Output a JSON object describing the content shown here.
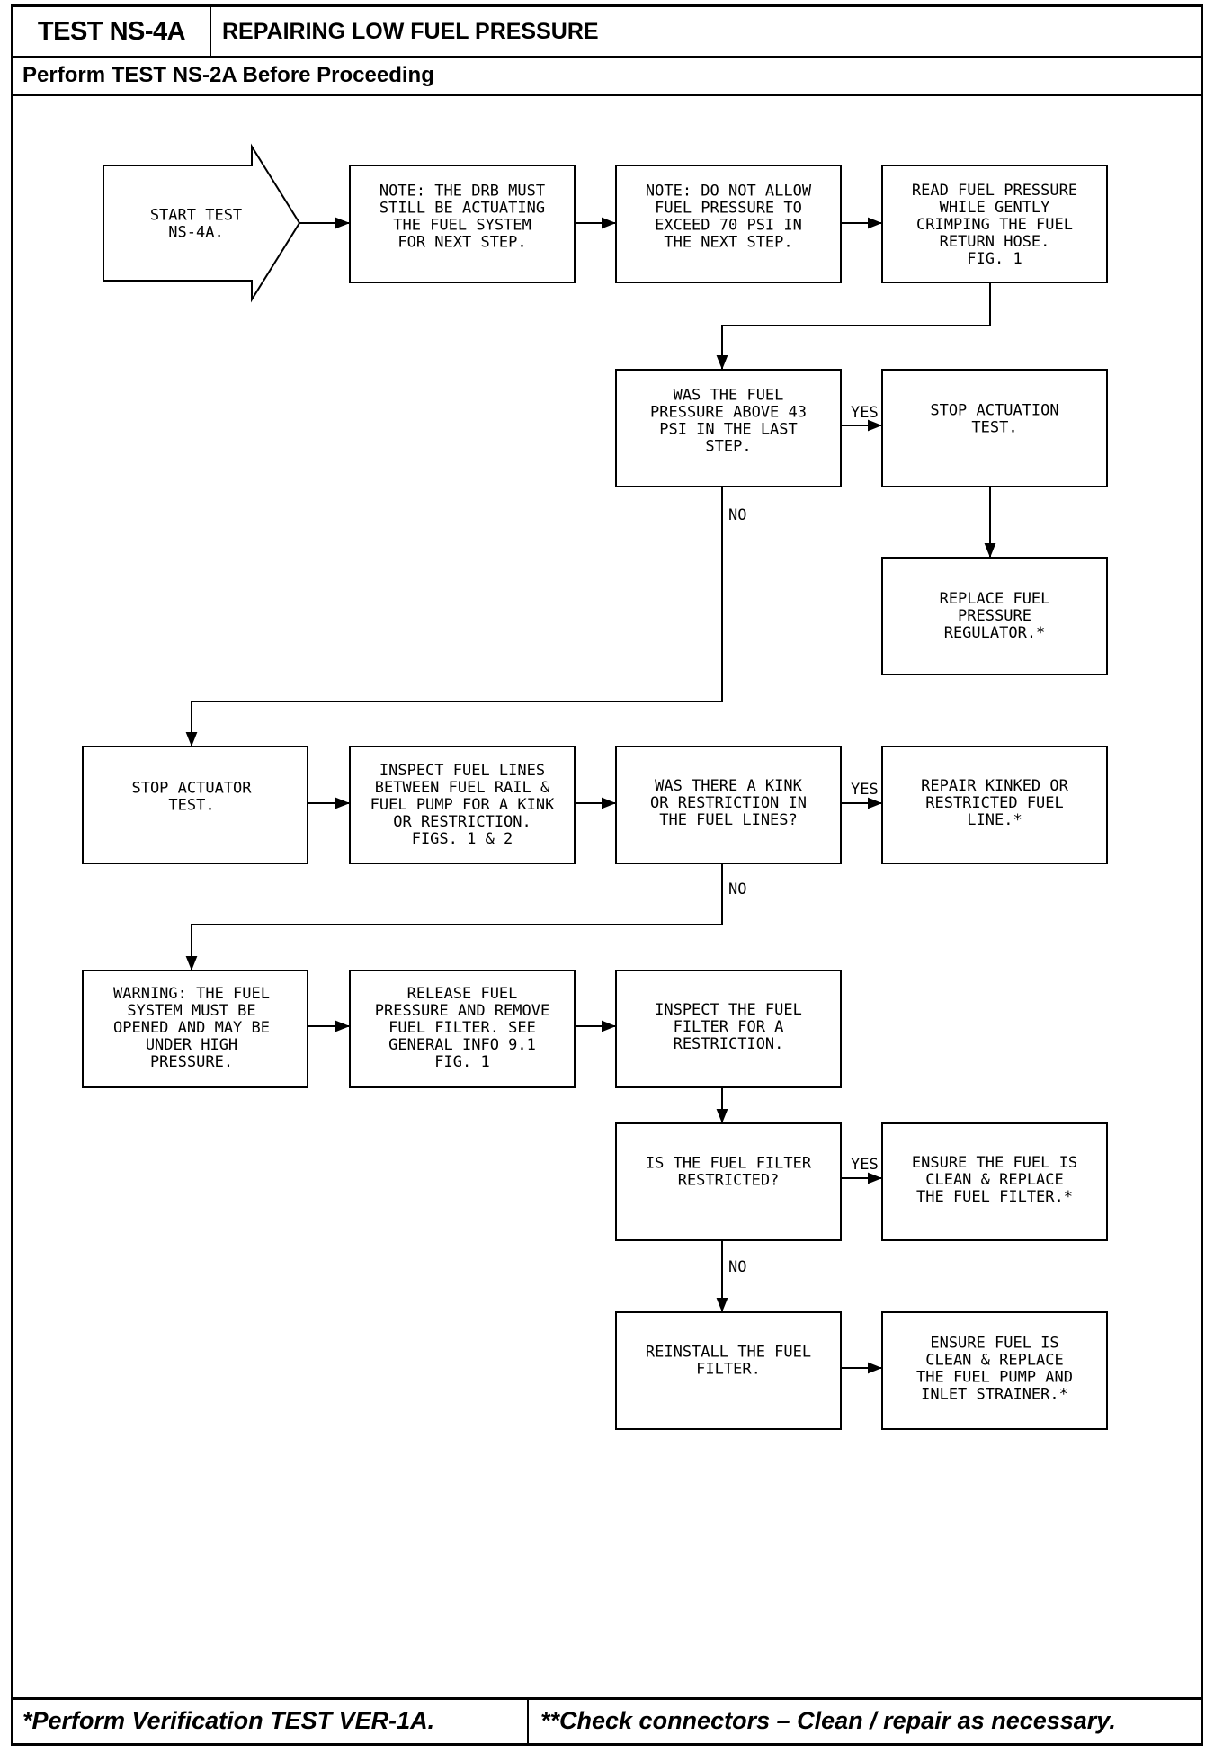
{
  "header": {
    "test_id": "TEST NS-4A",
    "title": "REPAIRING LOW FUEL PRESSURE",
    "prerequisite": "Perform TEST NS-2A Before Proceeding"
  },
  "footer": {
    "left": "*Perform Verification TEST VER-1A.",
    "right": "**Check connectors – Clean / repair as necessary."
  },
  "nodes": {
    "start": [
      "START TEST",
      "NS-4A."
    ],
    "note_drb": [
      "NOTE: THE DRB MUST",
      "STILL BE ACTUATING",
      "THE FUEL SYSTEM",
      "FOR NEXT STEP."
    ],
    "note_psi": [
      "NOTE: DO NOT ALLOW",
      "FUEL PRESSURE TO",
      "EXCEED 70 PSI IN",
      "THE NEXT STEP."
    ],
    "read_pressure": [
      "READ FUEL PRESSURE",
      "WHILE GENTLY",
      "CRIMPING THE FUEL",
      "RETURN HOSE.",
      "FIG. 1"
    ],
    "q_above43": [
      "WAS THE FUEL",
      "PRESSURE ABOVE 43",
      "PSI IN THE LAST",
      "STEP."
    ],
    "stop_actuation": [
      "STOP ACTUATION",
      "TEST."
    ],
    "replace_regulator": [
      "REPLACE FUEL",
      "PRESSURE",
      "REGULATOR.*"
    ],
    "stop_actuator": [
      "STOP ACTUATOR",
      "TEST."
    ],
    "inspect_lines": [
      "INSPECT FUEL LINES",
      "BETWEEN FUEL RAIL &",
      "FUEL PUMP FOR A KINK",
      "OR RESTRICTION.",
      "FIGS. 1 & 2"
    ],
    "q_kink": [
      "WAS THERE A KINK",
      "OR RESTRICTION IN",
      "THE FUEL LINES?"
    ],
    "repair_line": [
      "REPAIR KINKED OR",
      "RESTRICTED FUEL",
      "LINE.*"
    ],
    "warning": [
      "WARNING: THE FUEL",
      "SYSTEM MUST BE",
      "OPENED AND MAY BE",
      "UNDER HIGH",
      "PRESSURE."
    ],
    "release_pressure": [
      "RELEASE FUEL",
      "PRESSURE AND REMOVE",
      "FUEL FILTER. SEE",
      "GENERAL INFO 9.1",
      "FIG. 1"
    ],
    "inspect_filter": [
      "INSPECT THE FUEL",
      "FILTER FOR A",
      "RESTRICTION."
    ],
    "q_filter": [
      "IS THE FUEL FILTER",
      "RESTRICTED?"
    ],
    "replace_filter": [
      "ENSURE THE FUEL IS",
      "CLEAN & REPLACE",
      "THE FUEL FILTER.*"
    ],
    "reinstall_filter": [
      "REINSTALL THE FUEL",
      "FILTER."
    ],
    "replace_pump": [
      "ENSURE FUEL IS",
      "CLEAN & REPLACE",
      "THE FUEL PUMP AND",
      "INLET STRAINER.*"
    ]
  },
  "labels": {
    "yes": "YES",
    "no": "NO"
  }
}
